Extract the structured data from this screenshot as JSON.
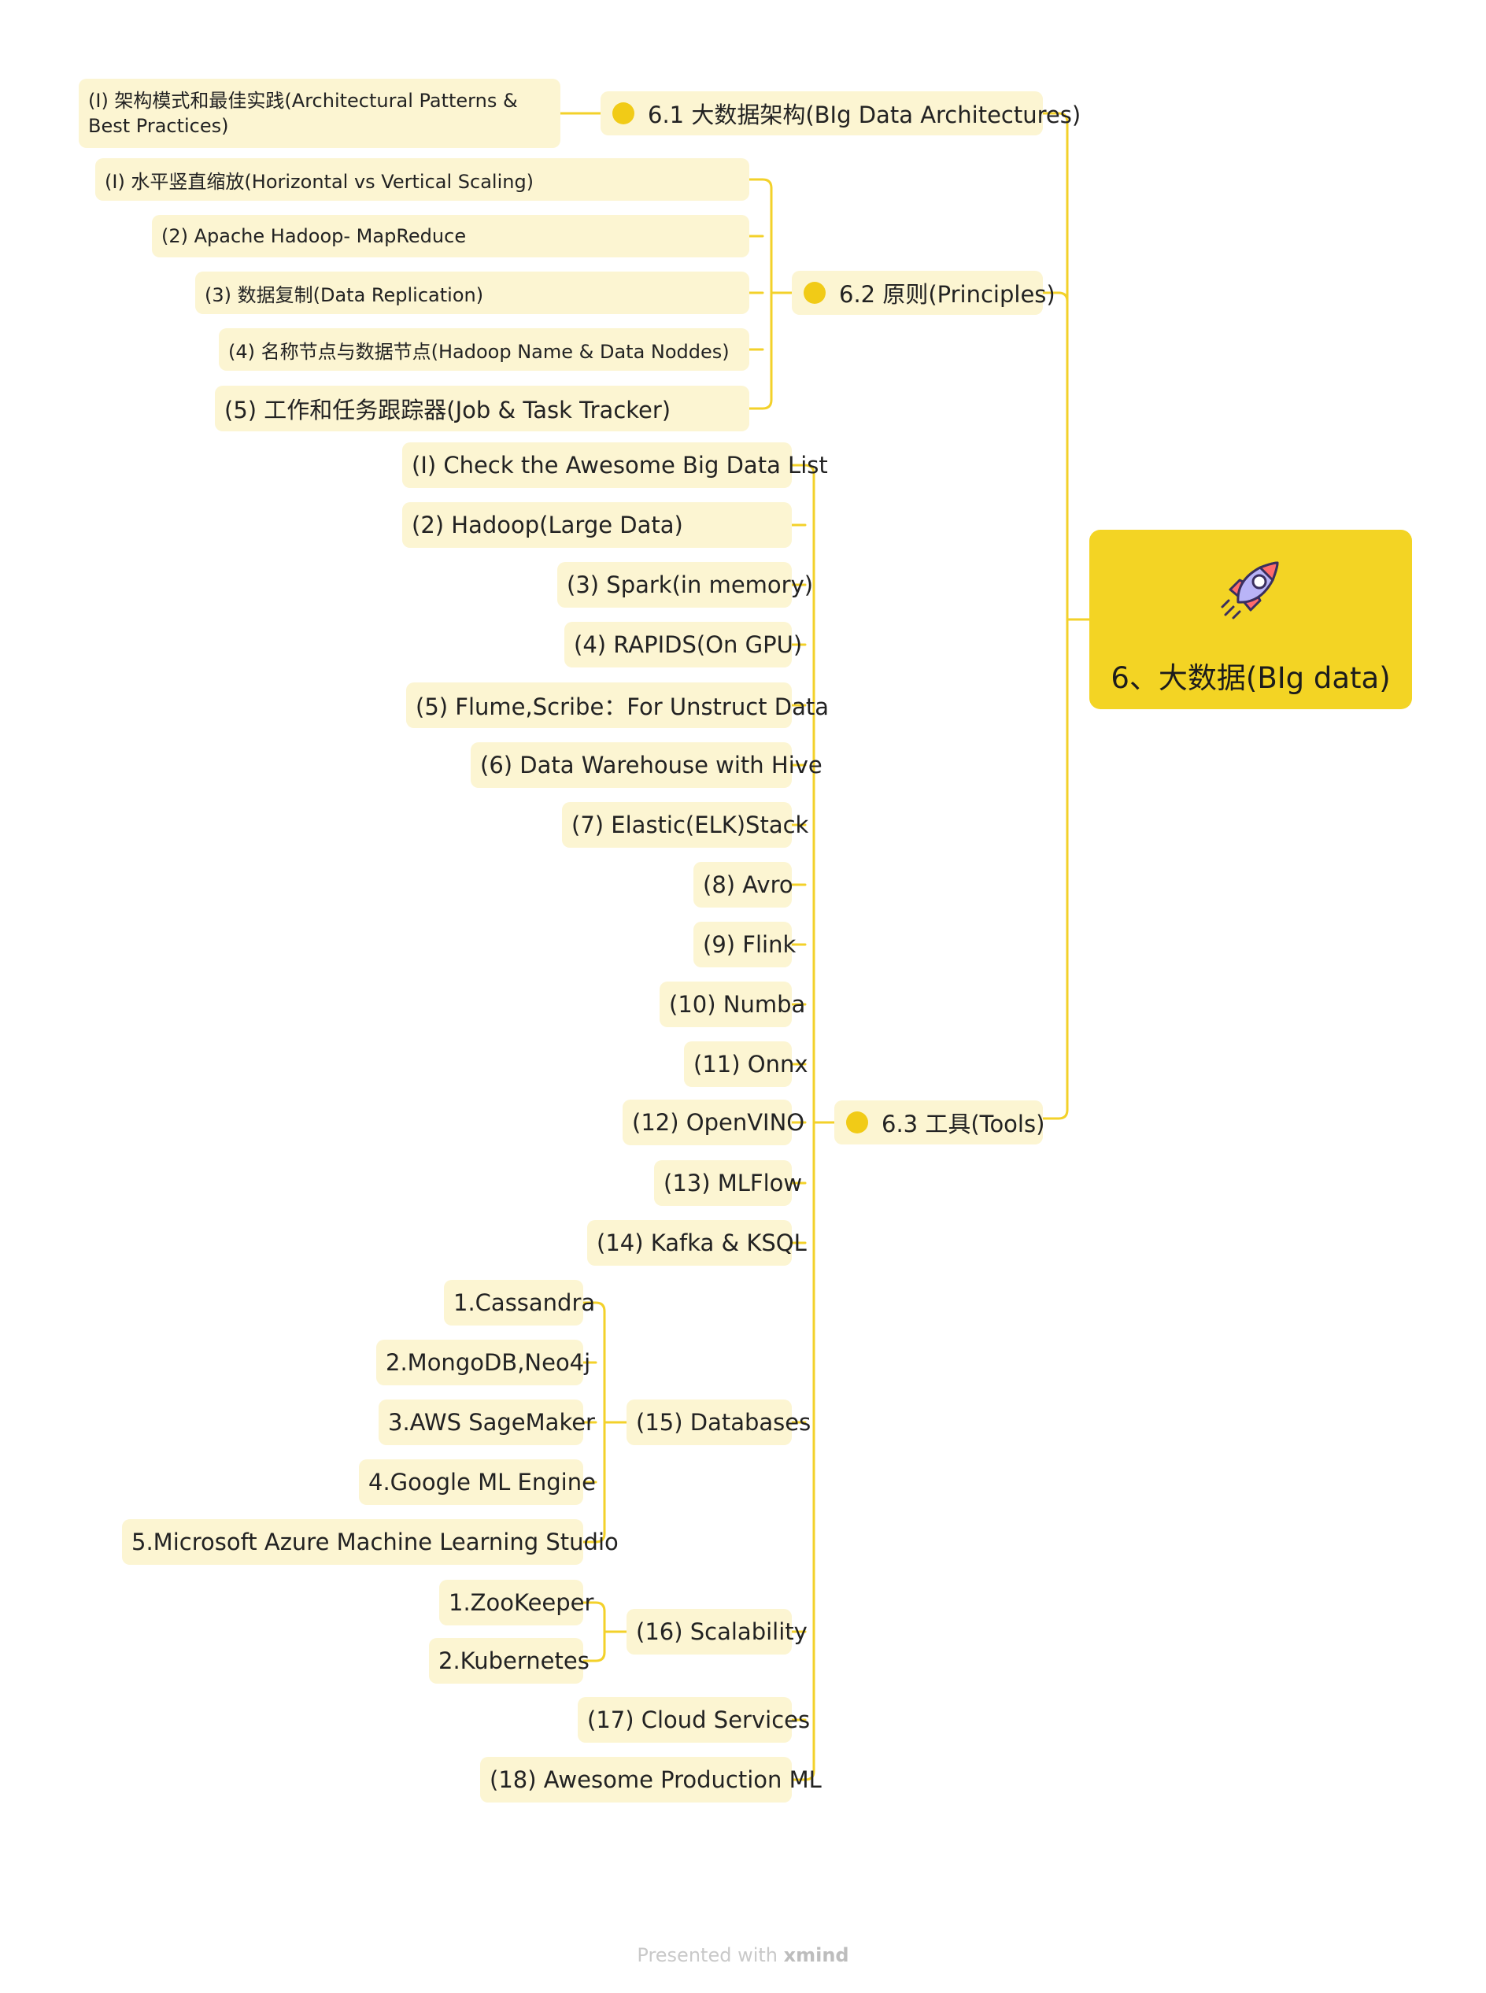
{
  "root": {
    "title": "6、大数据(BIg data)",
    "icon": "rocket-icon"
  },
  "branches": {
    "b1": {
      "title": "6.1 大数据架构(BIg Data Architectures)",
      "items": [
        "(I) 架构模式和最佳实践(Architectural Patterns & Best Practices)"
      ]
    },
    "b2": {
      "title": "6.2 原则(Principles)",
      "items": [
        "(I) 水平竖直缩放(Horizontal vs Vertical Scaling)",
        "(2) Apache Hadoop- MapReduce",
        "(3) 数据复制(Data Replication)",
        "(4) 名称节点与数据节点(Hadoop Name & Data Noddes)",
        "(5) 工作和任务跟踪器(Job & Task Tracker)"
      ]
    },
    "b3": {
      "title": "6.3 工具(Tools)",
      "items": [
        "(I) Check the Awesome Big Data List",
        "(2) Hadoop(Large Data)",
        "(3) Spark(in memory)",
        "(4) RAPIDS(On GPU)",
        "(5) Flume,Scribe：For Unstruct Data",
        "(6) Data Warehouse with Hive",
        "(7) Elastic(ELK)Stack",
        "(8) Avro",
        "(9) Flink",
        "(10) Numba",
        "(11) Onnx",
        "(12) OpenVINO",
        "(13) MLFlow",
        "(14) Kafka & KSQL",
        "(15) Databases",
        "(16) Scalability",
        "(17) Cloud Services",
        "(18) Awesome Production ML"
      ],
      "databases": [
        "1.Cassandra",
        "2.MongoDB,Neo4j",
        "3.AWS SageMaker",
        "4.Google ML Engine",
        "5.Microsoft Azure Machine Learning Studio"
      ],
      "scalability": [
        "1.ZooKeeper",
        "2.Kubernetes"
      ]
    }
  },
  "footer": {
    "prefix": "Presented with",
    "brand": "xmind"
  },
  "colors": {
    "line": "#f3d12a",
    "root": "#f3d424",
    "node": "#fcf5d2",
    "dot": "#f1cb17"
  }
}
